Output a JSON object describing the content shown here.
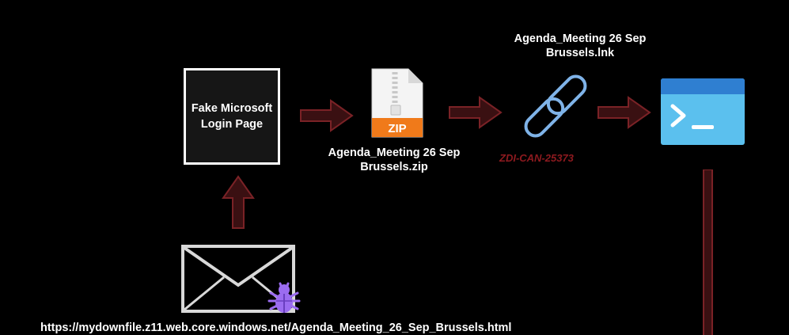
{
  "login_box": {
    "line1": "Fake Microsoft",
    "line2": "Login Page"
  },
  "zip": {
    "badge": "ZIP",
    "label_line1": "Agenda_Meeting 26 Sep",
    "label_line2": "Brussels.zip"
  },
  "lnk": {
    "label_line1": "Agenda_Meeting 26 Sep",
    "label_line2": "Brussels.lnk",
    "cve": "ZDI-CAN-25373"
  },
  "email": {
    "url": "https://mydownfile.z11.web.core.windows.net/Agenda_Meeting_26_Sep_Brussels.html"
  },
  "colors": {
    "arrow_fill": "#3a1012",
    "arrow_stroke": "#7a2226",
    "zip_orange": "#f07a1a",
    "terminal_blue": "#5bc0ee",
    "bug_purple": "#9b6cf0"
  }
}
